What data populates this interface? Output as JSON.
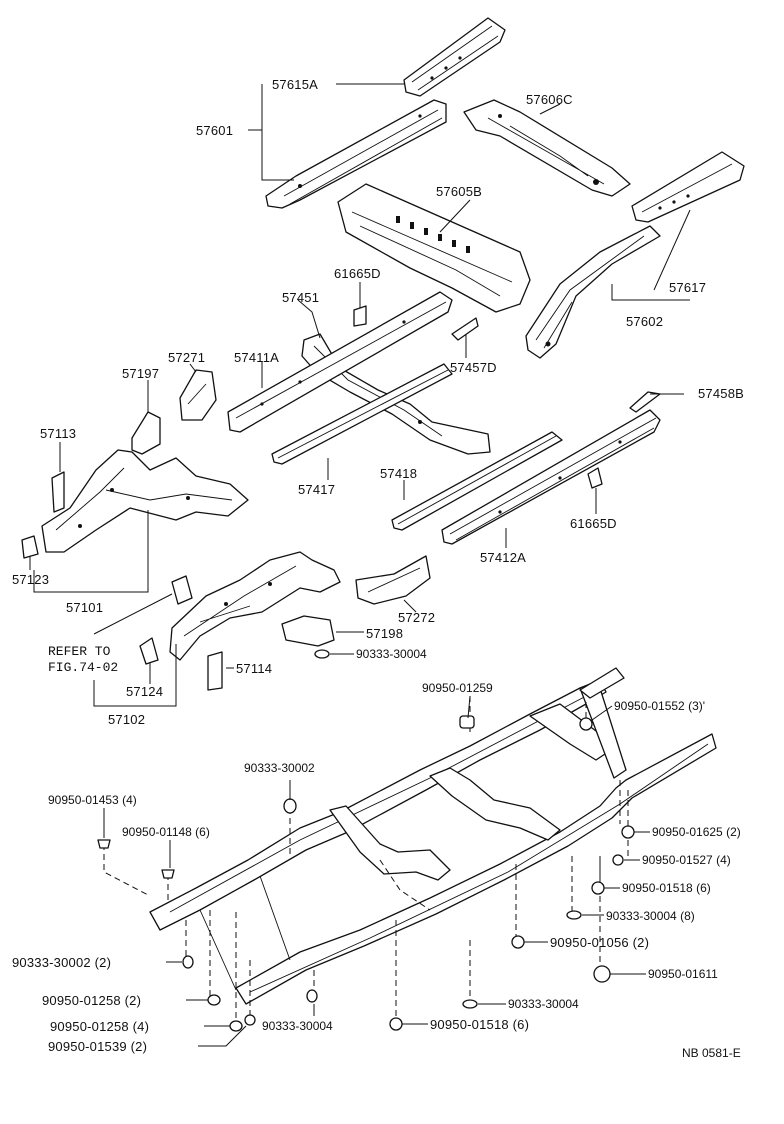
{
  "diagram": {
    "labels": {
      "l57615A": "57615A",
      "l57601": "57601",
      "l57606C": "57606C",
      "l57605B": "57605B",
      "l57617": "57617",
      "l57602": "57602",
      "l61665D_top": "61665D",
      "l57451": "57451",
      "l57271": "57271",
      "l57411A": "57411A",
      "l57457D": "57457D",
      "l57197": "57197",
      "l57458B": "57458B",
      "l57113": "57113",
      "l57417": "57417",
      "l57418": "57418",
      "l61665D_bottom": "61665D",
      "l57412A": "57412A",
      "l57123": "57123",
      "l57101": "57101",
      "l57272": "57272",
      "l57198": "57198",
      "l90333_30004_a": "90333-30004",
      "refer_line1": "REFER TO",
      "refer_line2": "FIG.74-02",
      "l57114": "57114",
      "l57124": "57124",
      "l57102": "57102",
      "l90950_01259": "90950-01259",
      "l90950_01552": "90950-01552 (3)'",
      "l90333_30002_top": "90333-30002",
      "l90950_01453": "90950-01453 (4)",
      "l90950_01148": "90950-01148 (6)",
      "l90950_01625": "90950-01625 (2)",
      "l90950_01527": "90950-01527 (4)",
      "l90950_01518_r": "90950-01518 (6)",
      "l90333_30004_8": "90333-30004 (8)",
      "l90950_01056": "90950-01056 (2)",
      "l90333_30002_2": "90333-30002 (2)",
      "l90950_01611": "90950-01611",
      "l90950_01258_2": "90950-01258 (2)",
      "l90333_30004_br": "90333-30004",
      "l90950_01258_4": "90950-01258 (4)",
      "l90333_30004_bl": "90333-30004",
      "l90950_01539": "90950-01539 (2)",
      "l90950_01518_b": "90950-01518 (6)",
      "figure_code": "NB 0581-E"
    }
  }
}
